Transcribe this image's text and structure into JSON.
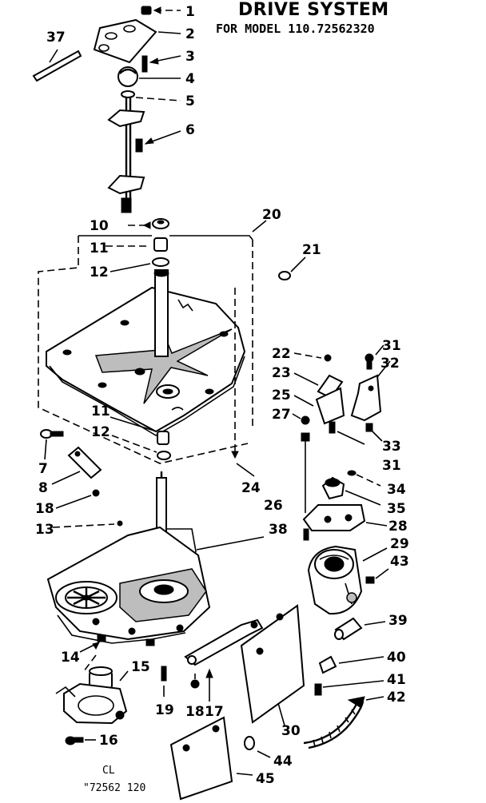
{
  "title": "DRIVE SYSTEM",
  "subtitle": "FOR MODEL 110.72562320",
  "footer": {
    "line1": "CL",
    "line2": "\"72562 120"
  },
  "callouts": {
    "c1": "1",
    "c2": "2",
    "c3": "3",
    "c4": "4",
    "c5": "5",
    "c6": "6",
    "c7": "7",
    "c8": "8",
    "c10": "10",
    "c11a": "11",
    "c11b": "11",
    "c12a": "12",
    "c12b": "12",
    "c13": "13",
    "c14": "14",
    "c15": "15",
    "c16": "16",
    "c17": "17",
    "c18a": "18",
    "c18b": "18",
    "c19": "19",
    "c20": "20",
    "c21": "21",
    "c22": "22",
    "c23": "23",
    "c24": "24",
    "c25": "25",
    "c26": "26",
    "c27": "27",
    "c28": "28",
    "c29": "29",
    "c30": "30",
    "c31a": "31",
    "c31b": "31",
    "c32": "32",
    "c33": "33",
    "c34": "34",
    "c35": "35",
    "c37": "37",
    "c38": "38",
    "c39": "39",
    "c40": "40",
    "c41": "41",
    "c42": "42",
    "c43": "43",
    "c44": "44",
    "c45": "45"
  }
}
